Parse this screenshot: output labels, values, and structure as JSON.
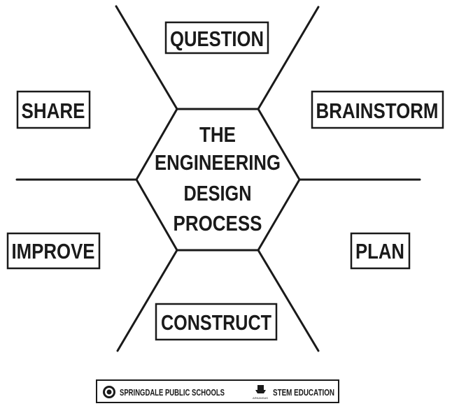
{
  "diagram": {
    "center_lines": [
      "THE",
      "ENGINEERING",
      "DESIGN",
      "PROCESS"
    ],
    "steps": {
      "question": "QUESTION",
      "brainstorm": "BRAINSTORM",
      "plan": "PLAN",
      "construct": "CONSTRUCT",
      "improve": "IMPROVE",
      "share": "SHARE"
    }
  },
  "footer": {
    "district": "SPRINGDALE PUBLIC SCHOOLS",
    "program": "STEM EDUCATION",
    "seal_caption": "ARKANSAS",
    "icons": [
      "district-seal-icon",
      "stem-logo-icon"
    ]
  },
  "colors": {
    "ink": "#1a1a1a",
    "background": "#ffffff"
  }
}
